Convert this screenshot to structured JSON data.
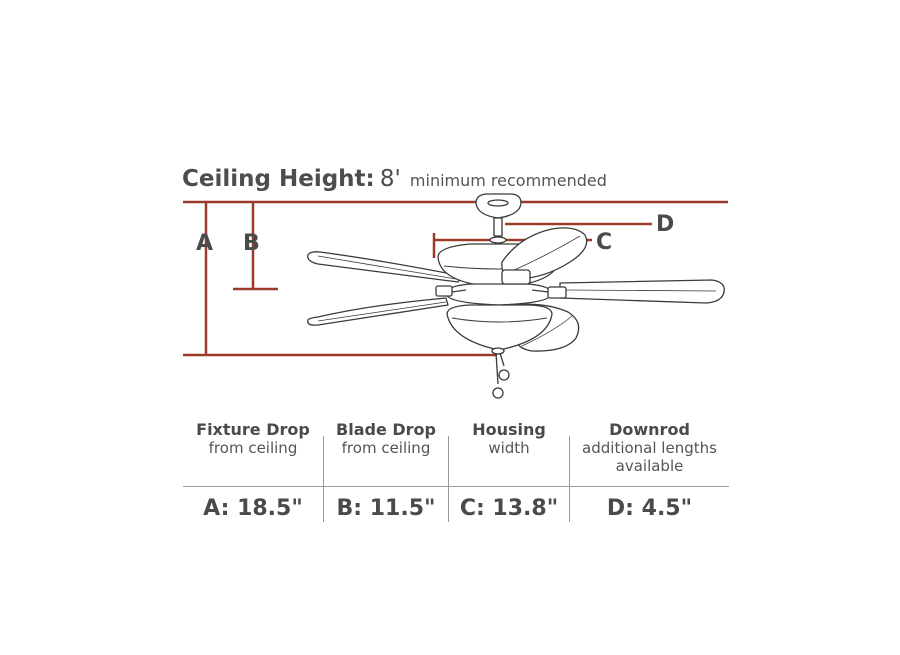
{
  "ceiling": {
    "label": "Ceiling Height:",
    "value": "8'",
    "note": "minimum recommended"
  },
  "dimension_letters": {
    "a": "A",
    "b": "B",
    "c": "C",
    "d": "D"
  },
  "colors": {
    "dimension_line": "#9c3a2c",
    "drawing_line": "#3a3a3a",
    "text": "#4a4a4a"
  },
  "table": {
    "columns": [
      {
        "title": "Fixture Drop",
        "subtitle": "from ceiling",
        "value": "A: 18.5\""
      },
      {
        "title": "Blade Drop",
        "subtitle": "from ceiling",
        "value": "B: 11.5\""
      },
      {
        "title": "Housing",
        "subtitle": "width",
        "value": "C: 13.8\""
      },
      {
        "title": "Downrod",
        "subtitle": "additional lengths available",
        "value": "D: 4.5\""
      }
    ]
  }
}
